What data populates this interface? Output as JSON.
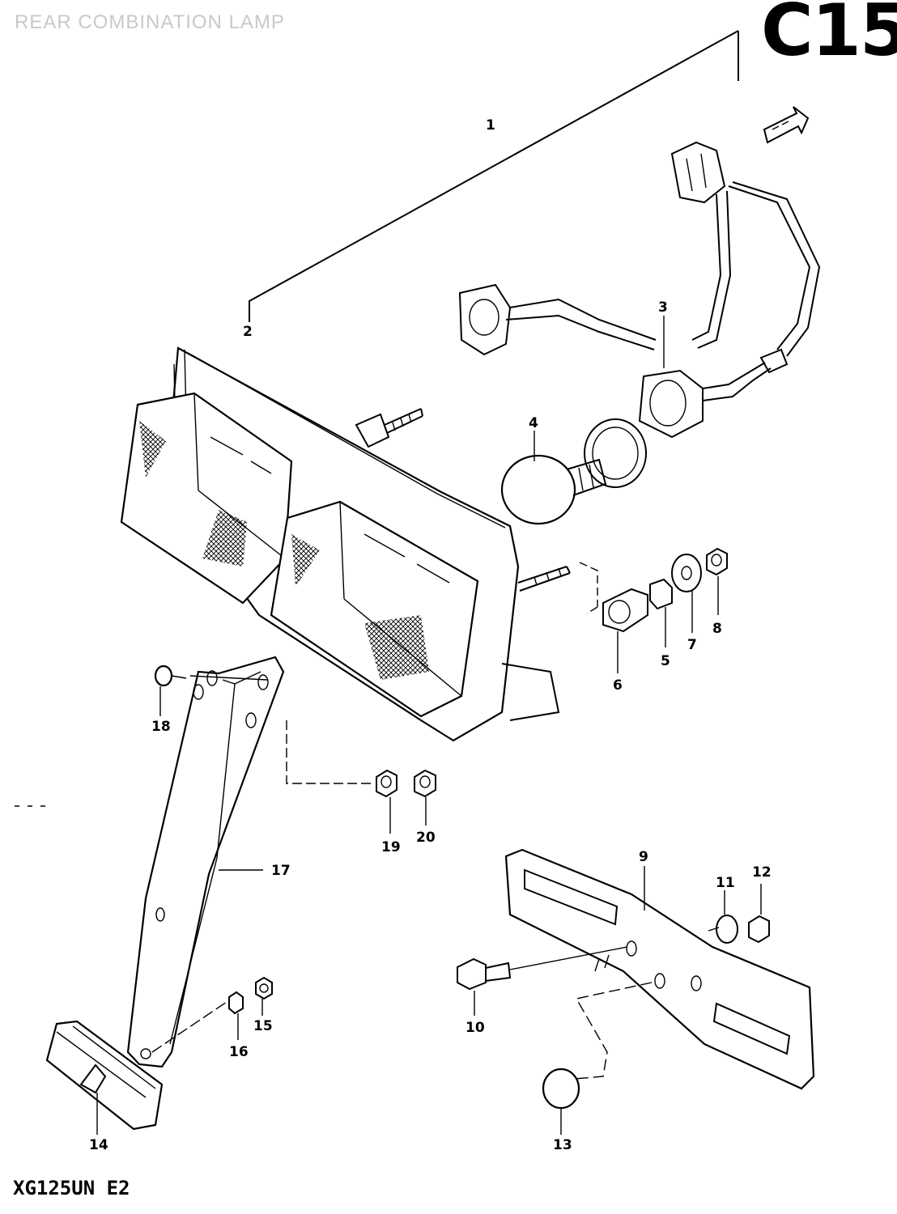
{
  "header": {
    "title": "REAR COMBINATION LAMP",
    "page_code": "C15",
    "model_code": "XG125UN E2"
  },
  "callouts": [
    "1",
    "2",
    "3",
    "4",
    "5",
    "6",
    "7",
    "8",
    "9",
    "10",
    "11",
    "12",
    "13",
    "14",
    "15",
    "16",
    "17",
    "18",
    "19",
    "20"
  ]
}
